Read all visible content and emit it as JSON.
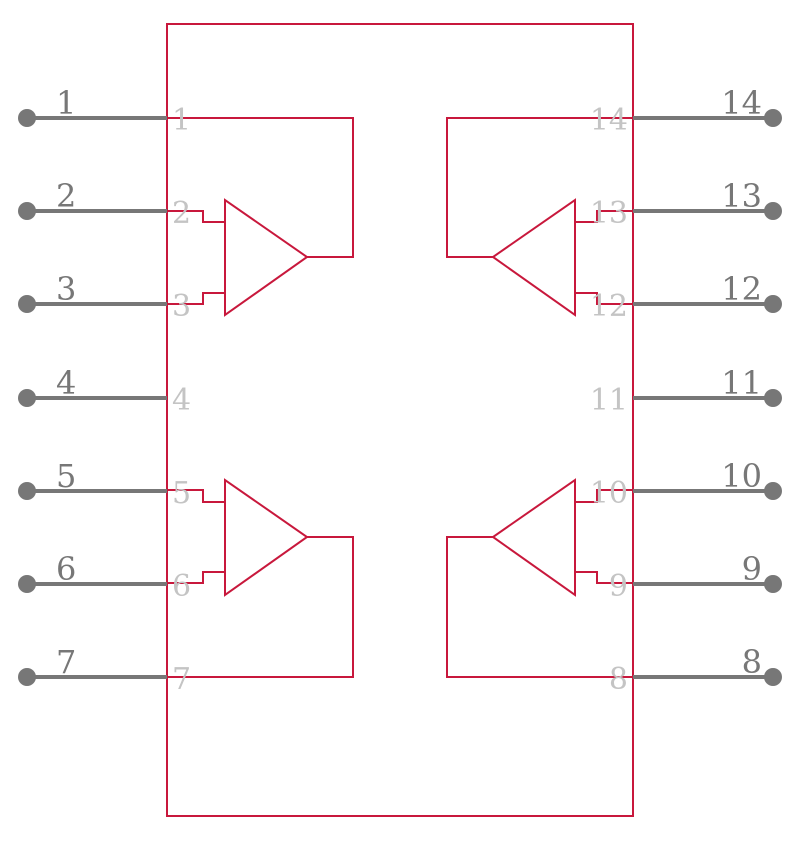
{
  "colors": {
    "body": "#c8183c",
    "pin": "#777777",
    "inner_label": "#c4c4c4",
    "outer_label": "#777777",
    "background": "#ffffff"
  },
  "left_pins": [
    {
      "outer_label": "1",
      "inner_label": "1"
    },
    {
      "outer_label": "2",
      "inner_label": "2"
    },
    {
      "outer_label": "3",
      "inner_label": "3"
    },
    {
      "outer_label": "4",
      "inner_label": "4"
    },
    {
      "outer_label": "5",
      "inner_label": "5"
    },
    {
      "outer_label": "6",
      "inner_label": "6"
    },
    {
      "outer_label": "7",
      "inner_label": "7"
    }
  ],
  "right_pins": [
    {
      "outer_label": "14",
      "inner_label": "14"
    },
    {
      "outer_label": "13",
      "inner_label": "13"
    },
    {
      "outer_label": "12",
      "inner_label": "12"
    },
    {
      "outer_label": "11",
      "inner_label": "11"
    },
    {
      "outer_label": "10",
      "inner_label": "10"
    },
    {
      "outer_label": "9",
      "inner_label": "9"
    },
    {
      "outer_label": "8",
      "inner_label": "8"
    }
  ]
}
